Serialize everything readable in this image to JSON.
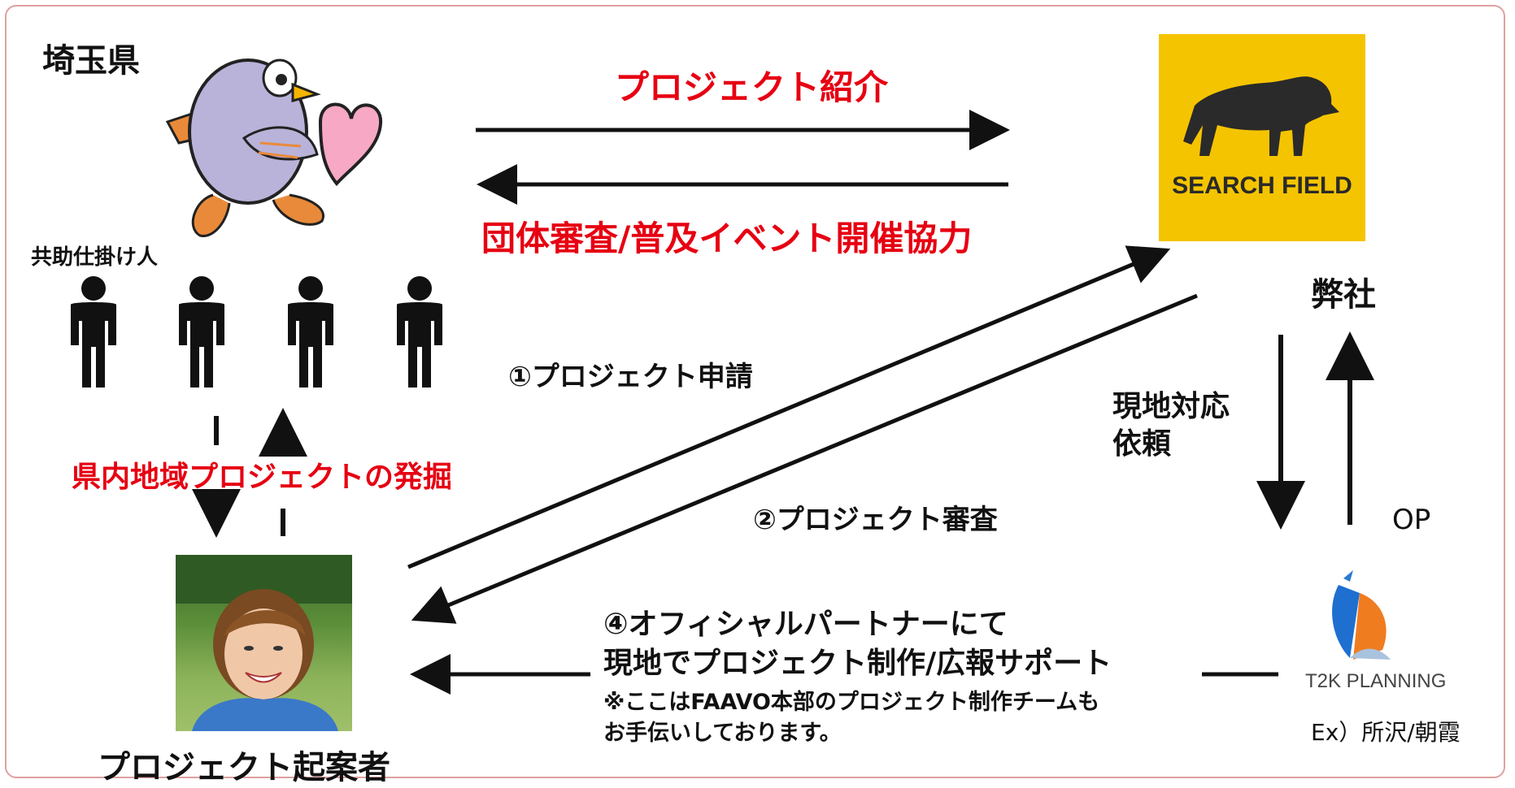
{
  "prefecture_label": "埼玉県",
  "helpers_label": "共助仕掛け人",
  "discovery_label": "県内地域プロジェクトの発掘",
  "proposer_label": "プロジェクト起案者",
  "company_label": "弊社",
  "project_intro_label": "プロジェクト紹介",
  "cooperation_label": "団体審査/普及イベント開催協力",
  "step1_label": "①プロジェクト申請",
  "step2_label": "②プロジェクト審査",
  "local_request_line1": "現地対応",
  "local_request_line2": "依頼",
  "op_label": "OP",
  "step4_line1": "④オフィシャルパートナーにて",
  "step4_line2": "現地でプロジェクト制作/広報サポート",
  "note_line1": "※ここはFAAVO本部のプロジェクト制作チームも",
  "note_line2": "お手伝いしております。",
  "search_field_logo_text": "SEARCH FIELD",
  "t2k_logo_text": "T2K PLANNING",
  "example_label": "Ex）所沢/朝霞",
  "colors": {
    "accent_red": "#e60012",
    "logo_yellow": "#f5c400",
    "frame_border": "#e0a0a0"
  }
}
